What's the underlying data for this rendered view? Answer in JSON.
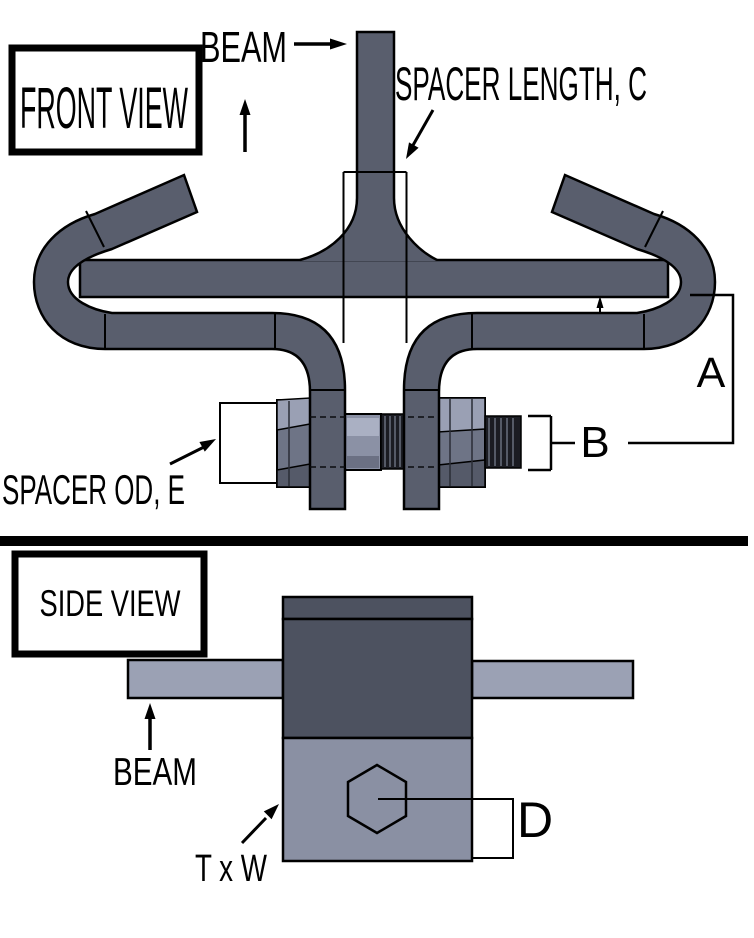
{
  "front_view": {
    "title": "FRONT VIEW",
    "beam_label": "BEAM",
    "spacer_length_label": "SPACER LENGTH, C",
    "spacer_od_label": "SPACER OD, E",
    "dim_a": "A",
    "dim_b": "B"
  },
  "side_view": {
    "title": "SIDE VIEW",
    "beam_label": "BEAM",
    "txw_label": "T x W",
    "dim_d": "D"
  },
  "colors": {
    "steel": "#595e6d",
    "block_dark": "#4d5260",
    "block_light": "#8a90a3",
    "beam_gray": "#9ba1b4",
    "nut_mid": "#6e7486",
    "nut_light": "#9aa0b4",
    "nut_shadow": "#555a69",
    "spacer_body": "#8b91a5",
    "spacer_highlight": "#aab0c3",
    "spacer_shade": "#6b7083",
    "threads": "#1b1c22",
    "thread_ridge": "#505562",
    "outline": "#000000",
    "background": "#ffffff"
  }
}
